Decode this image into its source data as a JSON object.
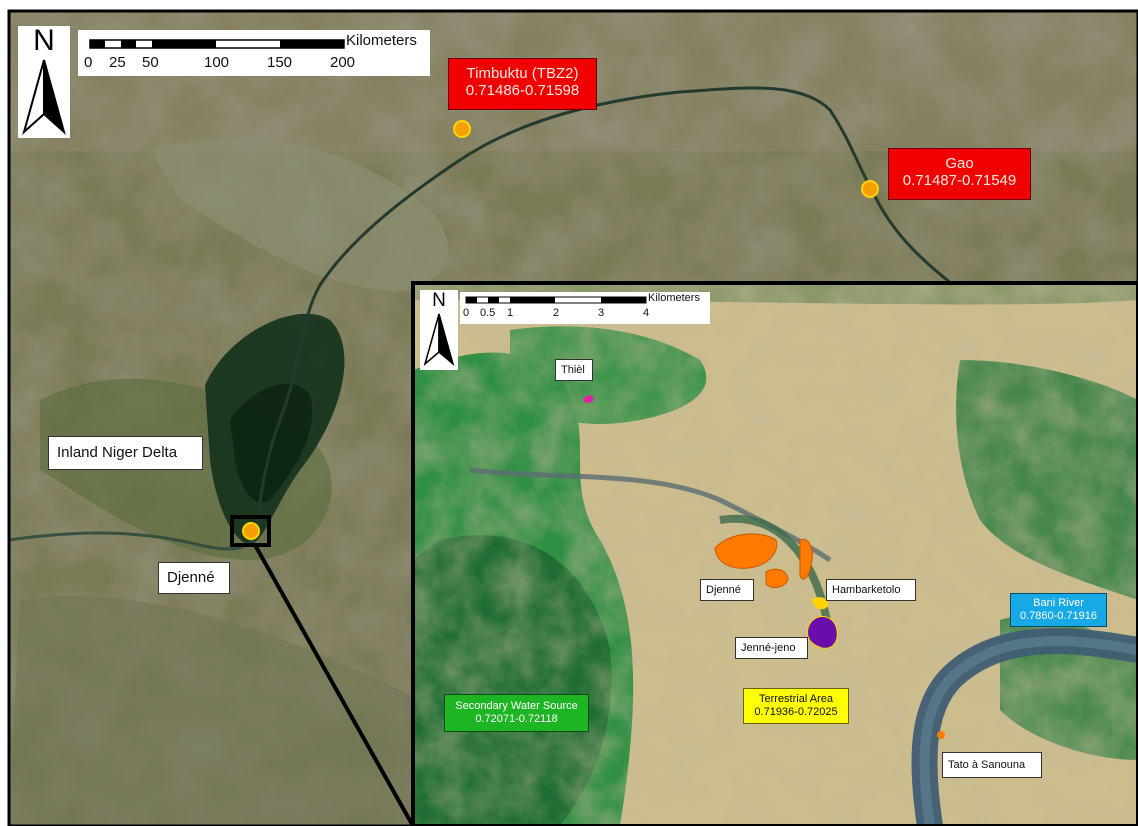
{
  "main_map": {
    "north_label": "N",
    "scale": {
      "unit_label": "Kilometers",
      "ticks": [
        "0",
        "25",
        "50",
        "100",
        "150",
        "200"
      ]
    },
    "labels": {
      "timbuktu": {
        "name": "Timbuktu (TBZ2)",
        "range": "0.71486-0.71598"
      },
      "gao": {
        "name": "Gao",
        "range": "0.71487-0.71549"
      },
      "inland_delta": "Inland Niger Delta",
      "djenne": "Djenné"
    }
  },
  "inset_map": {
    "north_label": "N",
    "scale": {
      "unit_label": "Kilometers",
      "ticks": [
        "0",
        "0.5",
        "1",
        "2",
        "3",
        "4"
      ]
    },
    "labels": {
      "thiel": "Thièl",
      "djenne": "Djenné",
      "hambarketolo": "Hambarketolo",
      "jenne_jeno": "Jenné-jeno",
      "bani_river": {
        "name": "Bani River",
        "range": "0.7860-0.71916"
      },
      "terrestrial": {
        "name": "Terrestrial Area",
        "range": "0.71936-0.72025"
      },
      "secondary_water": {
        "name": "Secondary Water Source",
        "range": "0.72071-0.72118"
      },
      "tato": "Tato à Sanouna"
    }
  },
  "colors": {
    "site_marker": "#f5a000",
    "marker_outline": "#ffd400",
    "red_label": "#f00000",
    "green_label": "#1db523",
    "yellow_label": "#ffff00",
    "blue_label": "#17a8e6",
    "site_orange": "#ff7a00",
    "site_purple": "#6a0dad",
    "site_magenta": "#e020a0"
  }
}
